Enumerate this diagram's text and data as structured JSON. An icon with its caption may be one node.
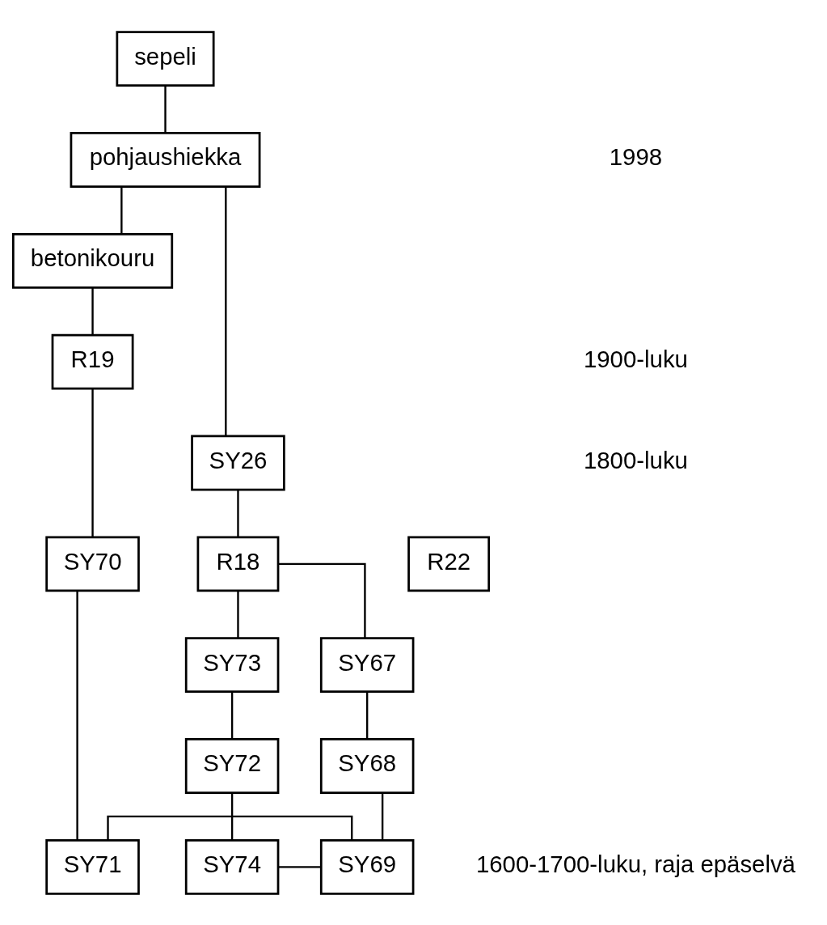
{
  "diagram": {
    "nodes": [
      {
        "text": [
          "sepeli"
        ]
      },
      {
        "text": [
          "pohjaushiekka"
        ]
      },
      {
        "text": [
          "betonikouru"
        ]
      },
      {
        "text": [
          "R19"
        ]
      },
      {
        "text": [
          "SY70"
        ]
      },
      {
        "text": [
          "SY26"
        ]
      },
      {
        "text": [
          "R22"
        ]
      },
      {
        "text": [
          "R18"
        ]
      },
      {
        "text": [
          "SY73"
        ]
      },
      {
        "text": [
          "SY67"
        ]
      },
      {
        "text": [
          "SY72"
        ]
      },
      {
        "text": [
          "SY68"
        ]
      },
      {
        "text": [
          "SY74"
        ]
      },
      {
        "text": [
          "SY69"
        ]
      },
      {
        "text": [
          "SY71"
        ]
      }
    ],
    "edges": [
      {
        "from": 0,
        "to": 1,
        "arrow": "none"
      },
      {
        "from": 1,
        "to": 5,
        "arrow": "none"
      },
      {
        "from": 1,
        "to": 2,
        "arrow": "none"
      },
      {
        "from": 2,
        "to": 3,
        "arrow": "none"
      },
      {
        "from": 3,
        "to": 4,
        "arrow": "none"
      },
      {
        "from": 4,
        "to": 14,
        "arrow": "none"
      },
      {
        "from": 5,
        "to": 7,
        "arrow": "none"
      },
      {
        "from": 7,
        "to": 8,
        "arrow": "none"
      },
      {
        "from": 7,
        "to": 9,
        "arrow": "none"
      },
      {
        "from": 8,
        "to": 10,
        "arrow": "none"
      },
      {
        "from": 9,
        "to": 11,
        "arrow": "none"
      },
      {
        "from": 10,
        "to": 12,
        "arrow": "none"
      },
      {
        "from": 11,
        "to": 13,
        "arrow": "none"
      },
      {
        "from": 12,
        "to": 13,
        "arrow": "none"
      },
      {
        "from": 13,
        "to": 14,
        "arrow": "none"
      }
    ],
    "labels": [
      "1998",
      "1900-luku",
      "1800-luku",
      "1600-1700-luku, raja epäselvä"
    ]
  }
}
